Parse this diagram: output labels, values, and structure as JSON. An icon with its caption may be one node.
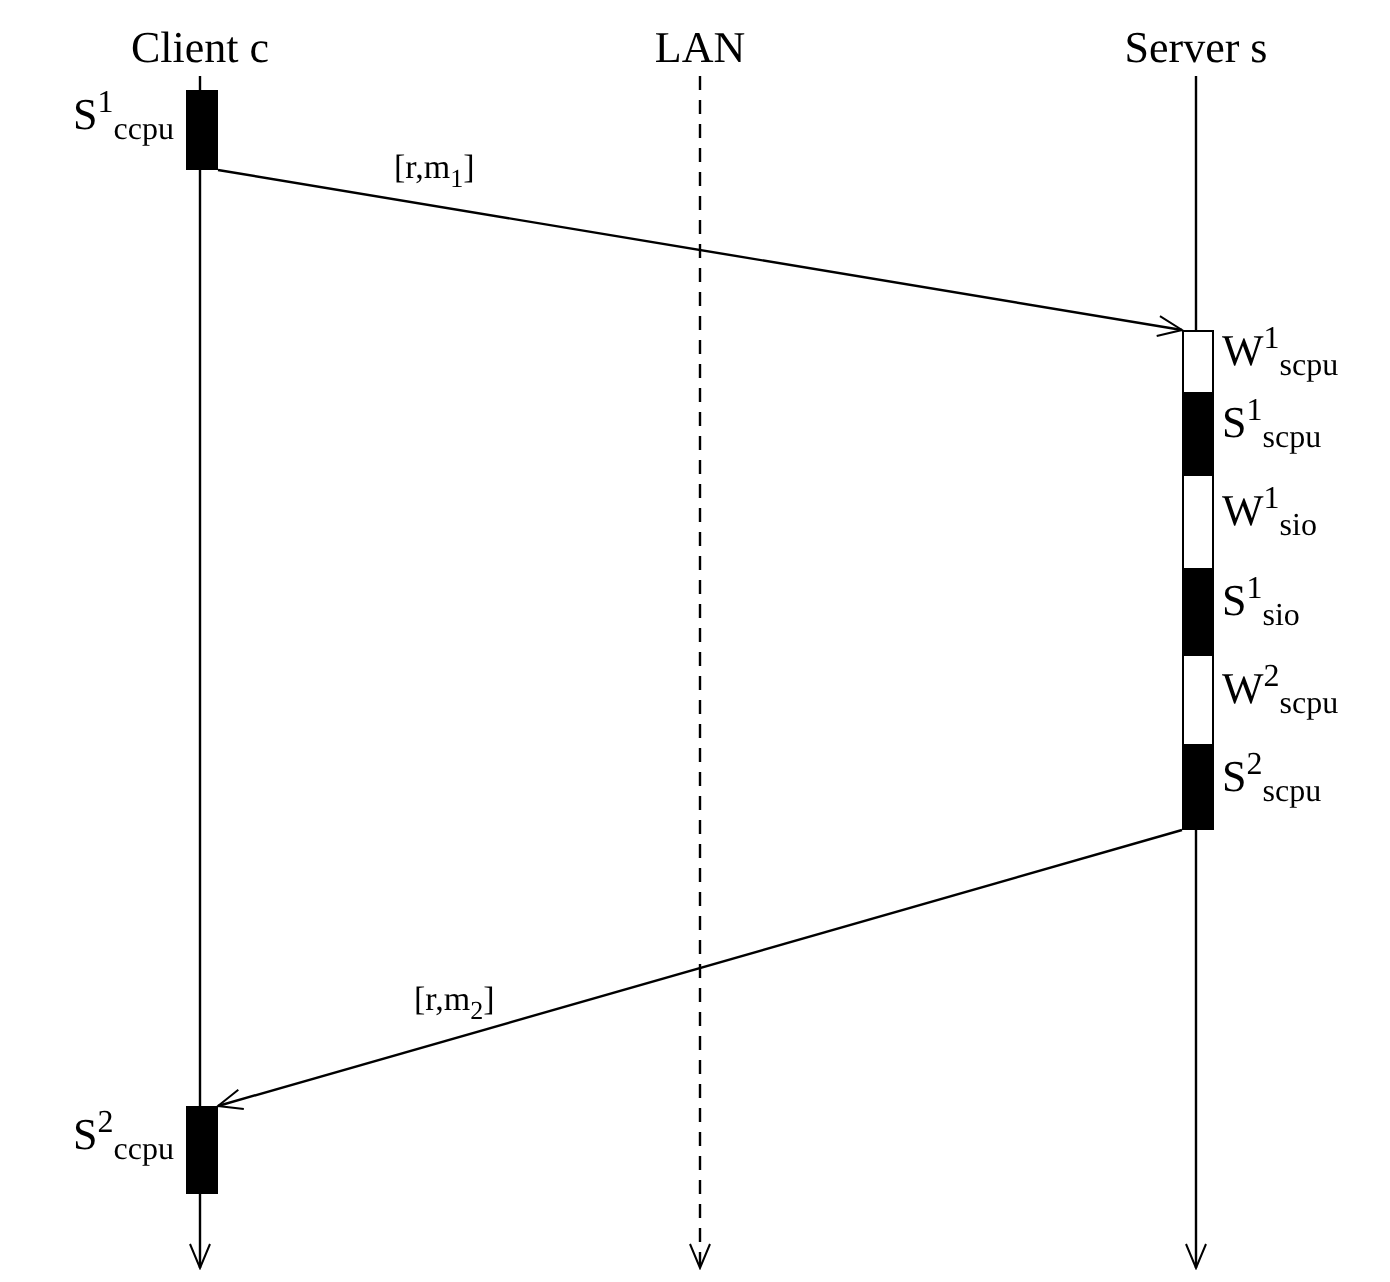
{
  "diagram": {
    "nodes": [
      {
        "text": [
          "Client c"
        ]
      },
      {
        "text": [
          "LAN"
        ]
      },
      {
        "text": [
          "Server s"
        ]
      },
      {
        "text": [],
        "shape": "bar",
        "beside": [
          "S$^{1}$$_{ccpu}$"
        ]
      },
      {
        "text": [],
        "shape": "bar",
        "beside": [
          "W$^{1}$$_{scpu}$"
        ]
      },
      {
        "text": [],
        "shape": "bar",
        "beside": [
          "S$^{1}$$_{scpu}$"
        ]
      },
      {
        "text": [],
        "shape": "bar",
        "beside": [
          "W$^{1}$$_{sio}$"
        ]
      },
      {
        "text": [],
        "shape": "bar",
        "beside": [
          "S$^{1}$$_{sio}$"
        ]
      },
      {
        "text": [],
        "shape": "bar",
        "beside": [
          "W$^{2}$$_{scpu}$"
        ]
      },
      {
        "text": [],
        "shape": "bar",
        "beside": [
          "S$^{2}$$_{scpu}$"
        ]
      },
      {
        "text": [],
        "shape": "bar",
        "beside": [
          "S$^{2}$$_{ccpu}$"
        ]
      }
    ],
    "edges": [
      {
        "from": 0,
        "to": null,
        "arrow": "to"
      },
      {
        "from": 1,
        "to": null,
        "arrow": "to",
        "style": "dashed"
      },
      {
        "from": 2,
        "to": null,
        "arrow": "to"
      },
      {
        "from": 3,
        "to": 4,
        "arrow": "to",
        "label": "[r,m$_{1}$]"
      },
      {
        "from": 9,
        "to": 10,
        "arrow": "to",
        "label": "[r,m$_{2}$]"
      }
    ]
  }
}
